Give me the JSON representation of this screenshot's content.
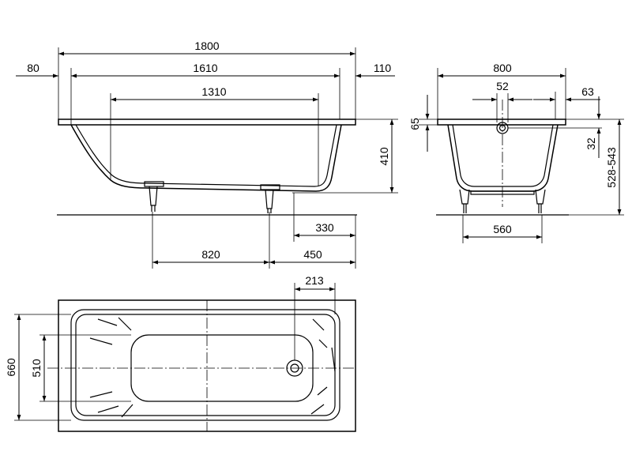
{
  "dimensions": {
    "length_total": "1800",
    "inner_length": "1610",
    "bottom_length": "1310",
    "left_rim": "80",
    "right_rim": "110",
    "height": "410",
    "outlet_offset": "330",
    "feet_spacing": "820",
    "foot_to_end": "450",
    "width_total": "800",
    "drain_diameter": "52",
    "end_rim": "63",
    "rim_height": "65",
    "overflow_drop": "32",
    "height_range": "528-543",
    "feet_width": "560",
    "drain_position": "213",
    "width_outer": "660",
    "width_inner": "510"
  }
}
